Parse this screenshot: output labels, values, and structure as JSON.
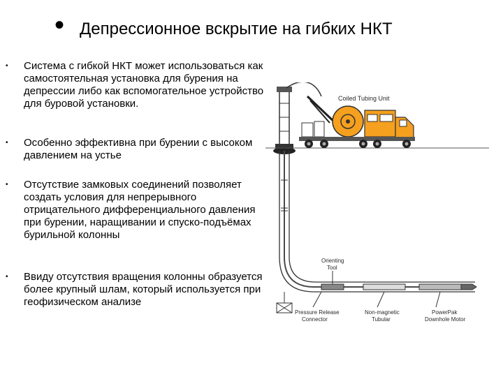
{
  "slide": {
    "title_bullet": "•",
    "title": "Депрессионное вскрытие  на гибких НКТ",
    "bullet_glyph": "•",
    "bullets": [
      "Система с гибкой НКТ может использоваться как самостоятельная установка для бурения на депрессии либо как вспомогательное устройство для буровой установки.",
      "Особенно эффективна при бурении с высоком давлением на устье",
      "Отсутствие замковых соединений позволяет создать условия для непрерывного отрицательного дифференциального давления при бурении, наращивании и спуско-подъёмах бурильной колонны",
      "Ввиду отсутствия вращения колонны образуется более крупный шлам, который используется при геофизическом анализе"
    ]
  },
  "diagram": {
    "unit_label": "Coiled Tubing Unit",
    "orienting_tool": [
      "Orienting",
      "Tool"
    ],
    "pressure_release": [
      "Pressure Release",
      "Connector"
    ],
    "non_magnetic": [
      "Non-magnetic",
      "Tubular"
    ],
    "downhole_motor": [
      "PowerPak",
      "Downhole Motor"
    ],
    "colors": {
      "truck": "#f5a01e",
      "tubing": "#4a4a4a",
      "label": "#2a2a2a"
    }
  }
}
